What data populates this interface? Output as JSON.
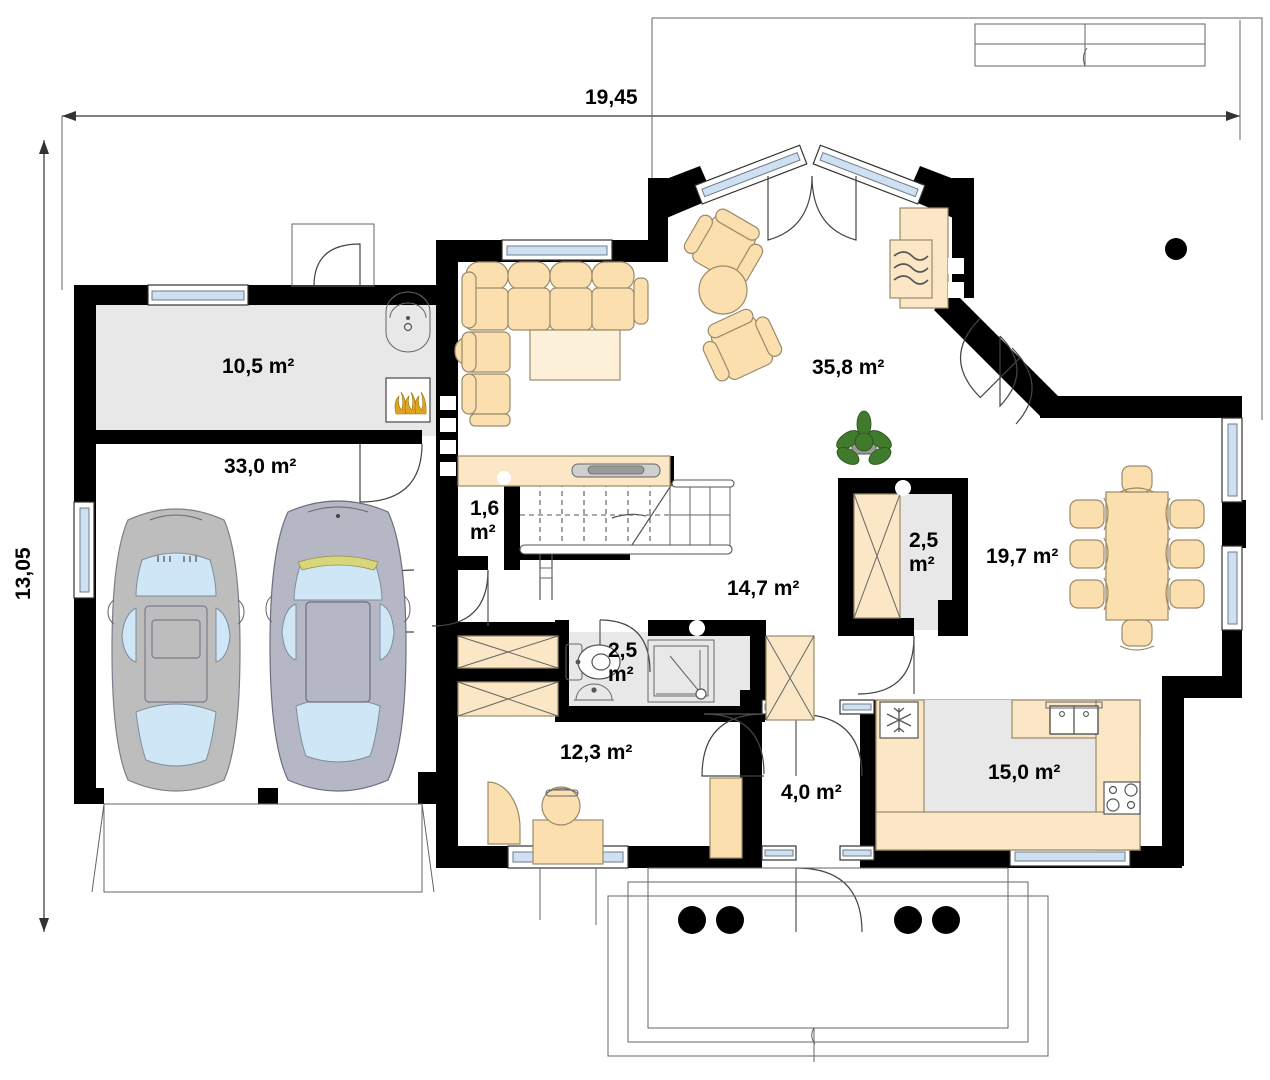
{
  "document": {
    "type": "architectural-floor-plan",
    "level": "ground-floor"
  },
  "dimensions": {
    "width_label": "19,45",
    "height_label": "13,05"
  },
  "rooms": [
    {
      "id": "utility",
      "label": "10,5 m²",
      "area": 10.5,
      "name": "utility-room"
    },
    {
      "id": "garage",
      "label": "33,0 m²",
      "area": 33.0,
      "name": "garage"
    },
    {
      "id": "living",
      "label": "35,8 m²",
      "area": 35.8,
      "name": "living-room"
    },
    {
      "id": "stair-closet",
      "label": "1,6\nm²",
      "label_a": "1,6",
      "label_b": "m²",
      "area": 1.6,
      "name": "under-stair-closet"
    },
    {
      "id": "hall",
      "label": "14,7 m²",
      "area": 14.7,
      "name": "hall"
    },
    {
      "id": "pantry",
      "label": "2,5\nm²",
      "label_a": "2,5",
      "label_b": "m²",
      "area": 2.5,
      "name": "pantry"
    },
    {
      "id": "dining",
      "label": "19,7 m²",
      "area": 19.7,
      "name": "dining-room"
    },
    {
      "id": "bathroom",
      "label": "2,5\nm²",
      "label_a": "2,5",
      "label_b": "m²",
      "area": 2.5,
      "name": "bathroom"
    },
    {
      "id": "office",
      "label": "12,3 m²",
      "area": 12.3,
      "name": "office"
    },
    {
      "id": "vestibule",
      "label": "4,0 m²",
      "area": 4.0,
      "name": "vestibule"
    },
    {
      "id": "kitchen",
      "label": "15,0 m²",
      "area": 15.0,
      "name": "kitchen"
    }
  ],
  "fixtures": {
    "cars": 2,
    "sofa": "l-shaped-sofa",
    "coffee_table": "coffee-table",
    "armchairs": 2,
    "round_table": "round-side-table",
    "fireplace": "fireplace",
    "boiler": "boiler",
    "utility_sink": "utility-sink",
    "dining_table": "dining-table",
    "dining_chairs": 8,
    "kitchen_sink": "kitchen-sink",
    "cooktop": "cooktop",
    "fridge": "refrigerator",
    "toilet": "toilet",
    "wash_basin": "wash-basin",
    "shower": "shower",
    "desk": "desk",
    "desk_chair": "desk-chair",
    "plant": "potted-plant",
    "porch_columns": 4,
    "terrace_column": 1,
    "stairs": "staircase-up"
  },
  "colors": {
    "wall": "#000000",
    "floor_gray": "#e8e8e8",
    "furniture_fill": "#fbdfae",
    "furniture_stroke": "#9a8a6a",
    "cabinet_fill": "#fbe7c6",
    "glass": "#cfe0f2",
    "car_body": "#bdbdbd",
    "car_body_alt": "#b6b7c4",
    "car_glass": "#cfe6f7",
    "flame": "#e0a51e",
    "plant_green": "#3f7a2d",
    "thin_line": "#555555"
  }
}
